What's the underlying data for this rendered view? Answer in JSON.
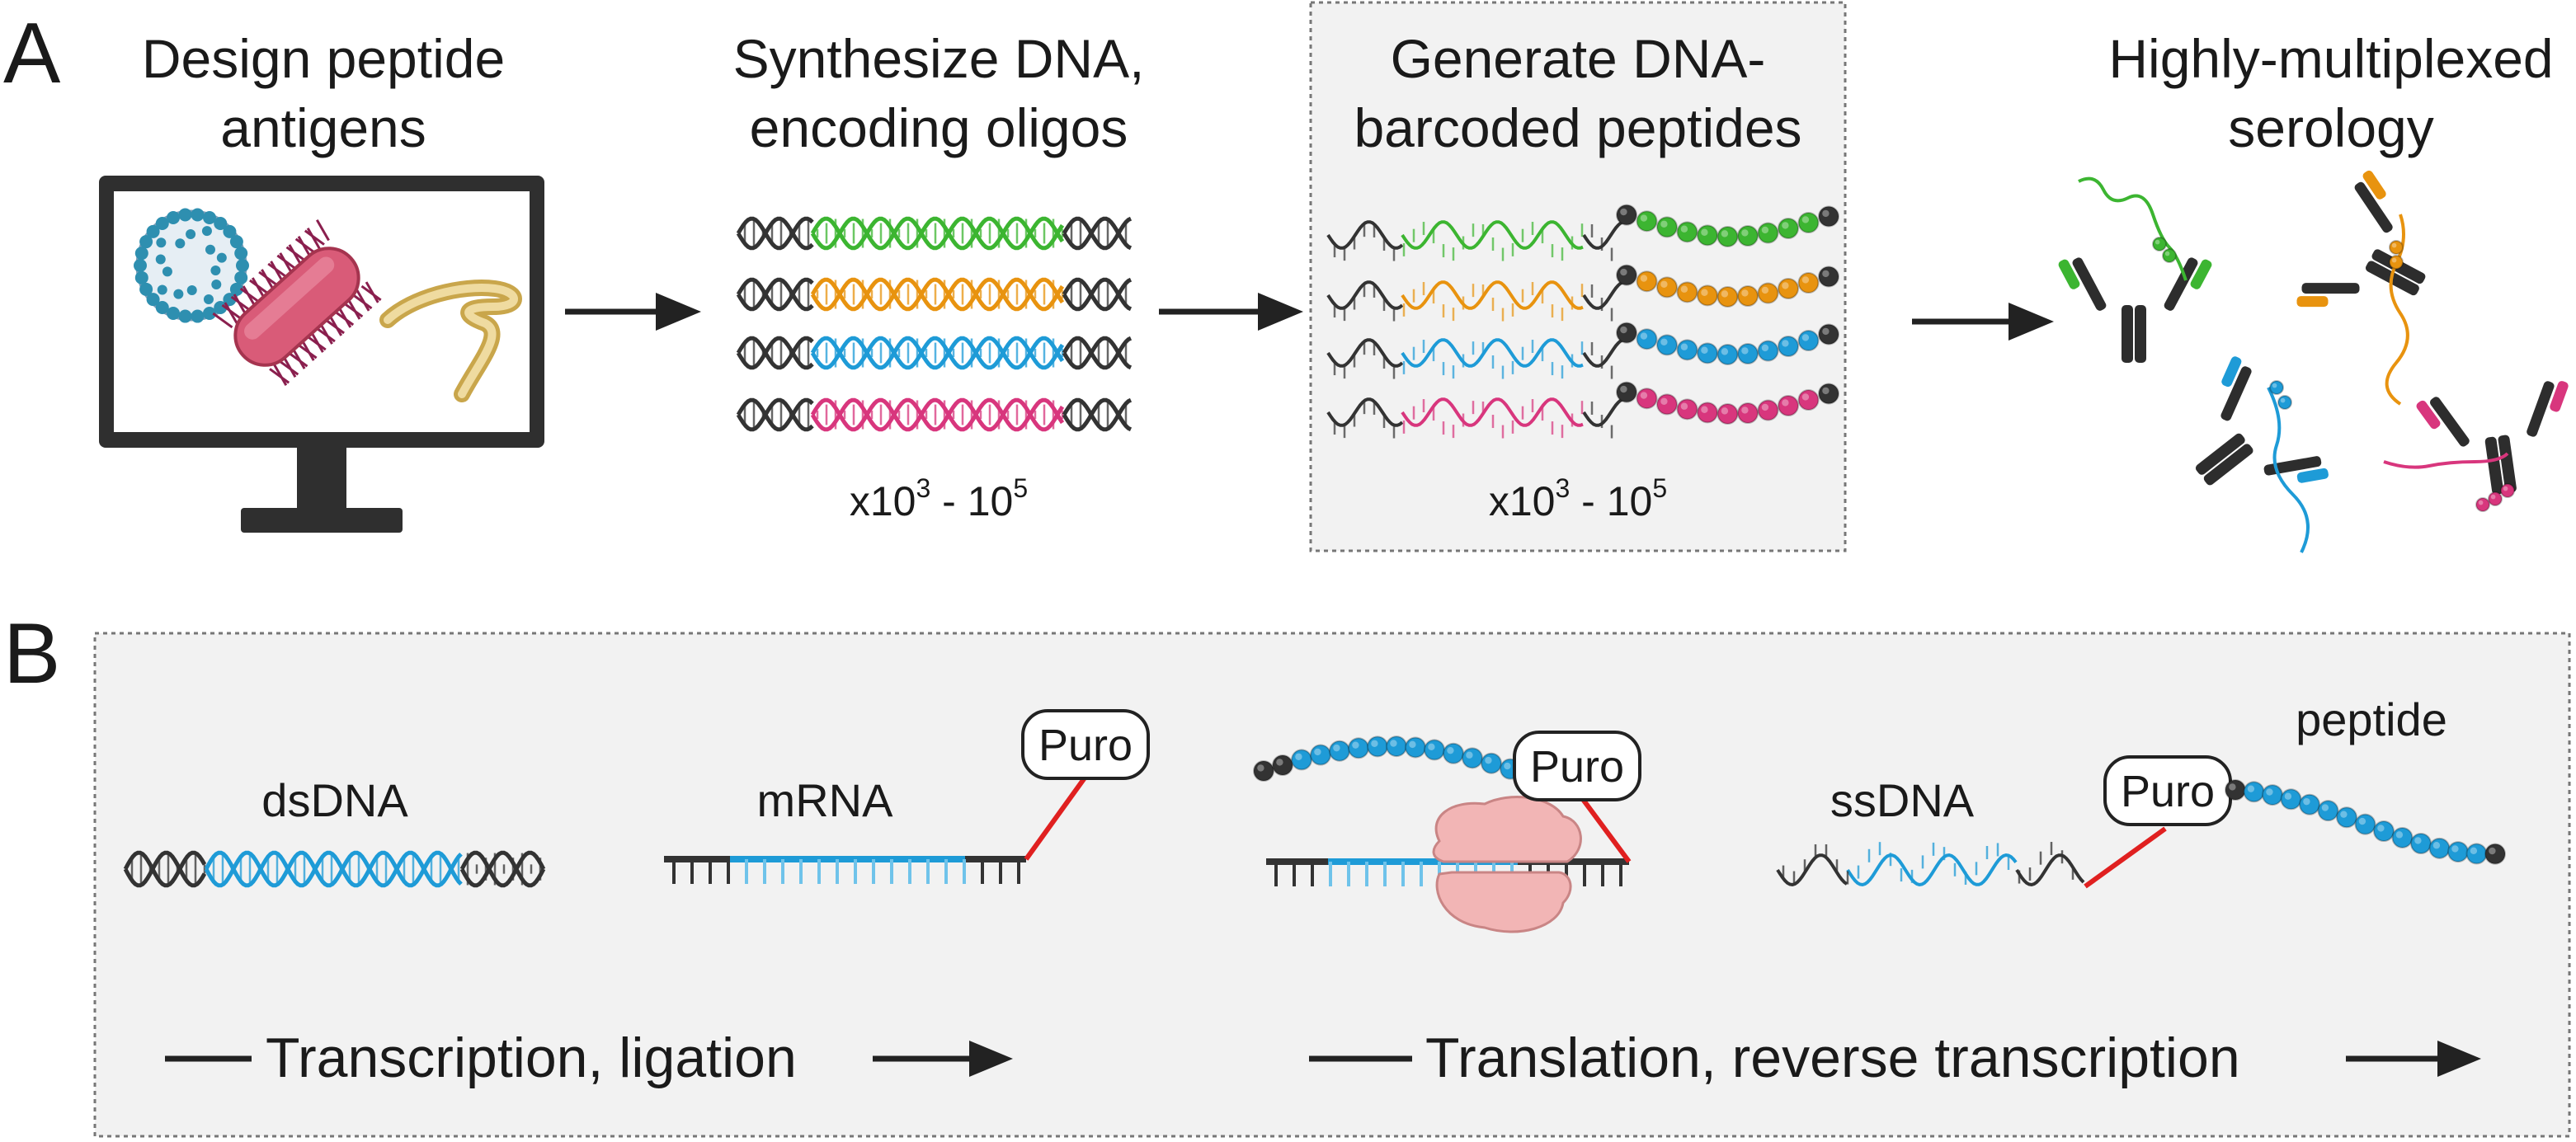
{
  "panel_a": {
    "letter": "A",
    "steps": [
      {
        "title_line1": "Design peptide",
        "title_line2": "antigens"
      },
      {
        "title_line1": "Synthesize DNA,",
        "title_line2": "encoding oligos",
        "count_base": "x10",
        "count_exp1": "3",
        "count_mid": " - 10",
        "count_exp2": "5"
      },
      {
        "title_line1": "Generate DNA-",
        "title_line2": "barcoded peptides",
        "count_base": "x10",
        "count_exp1": "3",
        "count_mid": " - 10",
        "count_exp2": "5"
      },
      {
        "title_line1": "Highly-multiplexed",
        "title_line2": "serology"
      }
    ]
  },
  "panel_b": {
    "letter": "B",
    "labels": {
      "dsdna": "dsDNA",
      "mrna": "mRNA",
      "ssdna": "ssDNA",
      "peptide": "peptide"
    },
    "puro": "Puro",
    "process_left": "Transcription, ligation",
    "process_right": "Translation, reverse transcription"
  },
  "colors": {
    "green": "#3cb531",
    "orange": "#e8930f",
    "blue": "#1e9bd7",
    "pink": "#d8367d",
    "dark": "#333333",
    "linker_red": "#e02020",
    "ribosome": "#f2b5b5"
  }
}
